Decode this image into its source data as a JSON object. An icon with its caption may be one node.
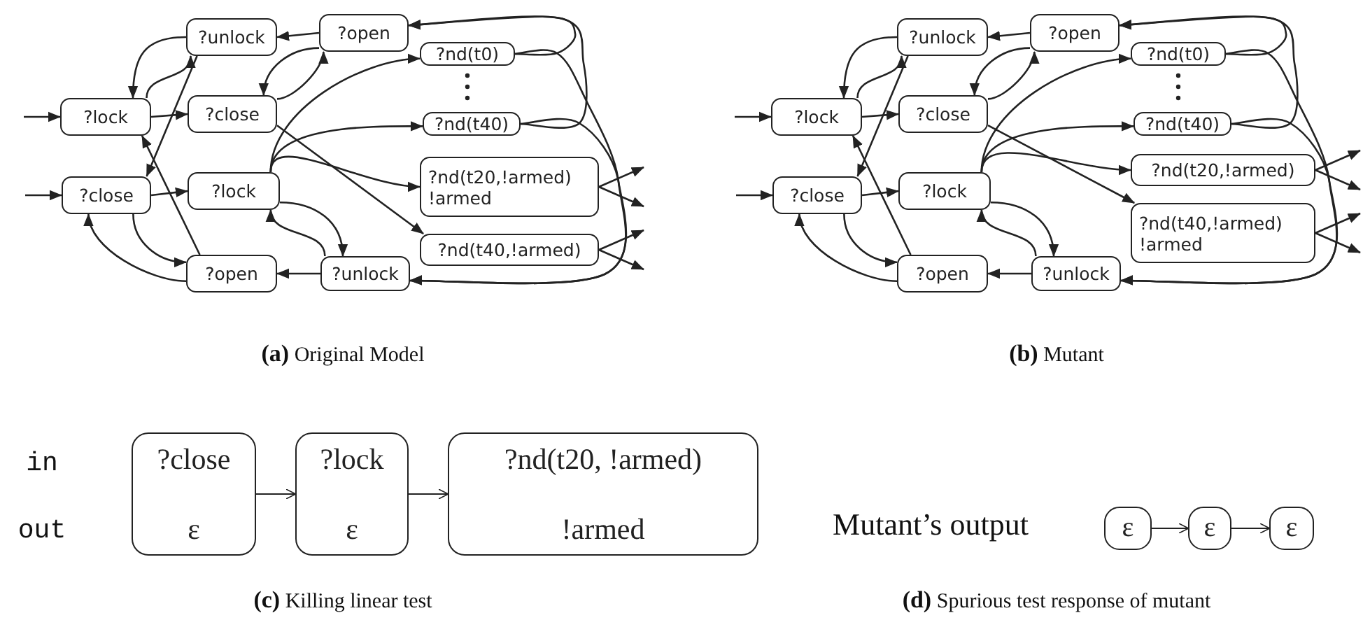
{
  "diagram": {
    "nodes": [
      {
        "text": [
          "?unlock"
        ]
      },
      {
        "text": [
          "?open"
        ]
      },
      {
        "text": [
          "?lock"
        ]
      },
      {
        "text": [
          "?close"
        ]
      },
      {
        "text": [
          "?nd(t0)"
        ]
      },
      {
        "text": [
          "?nd(t40)"
        ]
      },
      {
        "text": [
          "?close"
        ]
      },
      {
        "text": [
          "?lock"
        ]
      },
      {
        "text": [
          "?nd(t20,!armed) !armed"
        ]
      },
      {
        "text": [
          "?nd(t40,!armed)"
        ]
      },
      {
        "text": [
          "?open"
        ]
      },
      {
        "text": [
          "?unlock"
        ]
      },
      {
        "text": [
          "?unlock"
        ]
      },
      {
        "text": [
          "?open"
        ]
      },
      {
        "text": [
          "?lock"
        ]
      },
      {
        "text": [
          "?close"
        ]
      },
      {
        "text": [
          "?nd(t0)"
        ]
      },
      {
        "text": [
          "?nd(t40)"
        ]
      },
      {
        "text": [
          "?close"
        ]
      },
      {
        "text": [
          "?lock"
        ]
      },
      {
        "text": [
          "?nd(t20,!armed)"
        ]
      },
      {
        "text": [
          "?nd(t40,!armed) !armed"
        ]
      },
      {
        "text": [
          "?open"
        ]
      },
      {
        "text": [
          "?unlock"
        ]
      },
      {
        "text": [
          "?close",
          "ε"
        ]
      },
      {
        "text": [
          "?lock",
          "ε"
        ]
      },
      {
        "text": [
          "?nd(t20, !armed)",
          "!armed"
        ]
      },
      {
        "text": [
          "ε"
        ]
      },
      {
        "text": [
          "ε"
        ]
      },
      {
        "text": [
          "ε"
        ]
      }
    ],
    "edges": [
      {
        "from": null,
        "to": 2,
        "arrow": "to"
      },
      {
        "from": null,
        "to": 6,
        "arrow": "to"
      },
      {
        "from": 0,
        "to": 2,
        "arrow": "to"
      },
      {
        "from": 2,
        "to": 0,
        "arrow": "to"
      },
      {
        "from": 2,
        "to": 3,
        "arrow": "to"
      },
      {
        "from": 1,
        "to": 0,
        "arrow": "to"
      },
      {
        "from": 3,
        "to": 1,
        "arrow": "to"
      },
      {
        "from": 1,
        "to": 3,
        "arrow": "to"
      },
      {
        "from": 0,
        "to": 6,
        "arrow": "to"
      },
      {
        "from": 10,
        "to": 2,
        "arrow": "to"
      },
      {
        "from": 6,
        "to": 7,
        "arrow": "to"
      },
      {
        "from": 6,
        "to": 10,
        "arrow": "to"
      },
      {
        "from": 10,
        "to": 6,
        "arrow": "to"
      },
      {
        "from": 11,
        "to": 10,
        "arrow": "to"
      },
      {
        "from": 7,
        "to": 11,
        "arrow": "to"
      },
      {
        "from": 11,
        "to": 7,
        "arrow": "to"
      },
      {
        "from": 7,
        "to": 4,
        "arrow": "to"
      },
      {
        "from": 7,
        "to": 5,
        "arrow": "to"
      },
      {
        "from": 7,
        "to": 8,
        "arrow": "to"
      },
      {
        "from": 3,
        "to": 9,
        "arrow": "to"
      },
      {
        "from": 4,
        "to": 1,
        "arrow": "to"
      },
      {
        "from": 4,
        "to": 11,
        "arrow": "to"
      },
      {
        "from": 5,
        "to": 1,
        "arrow": "to"
      },
      {
        "from": 5,
        "to": 11,
        "arrow": "to"
      },
      {
        "from": 8,
        "to": null,
        "arrow": "to"
      },
      {
        "from": 8,
        "to": null,
        "arrow": "to"
      },
      {
        "from": 9,
        "to": null,
        "arrow": "to"
      },
      {
        "from": 9,
        "to": null,
        "arrow": "to"
      },
      {
        "from": null,
        "to": 14,
        "arrow": "to"
      },
      {
        "from": null,
        "to": 18,
        "arrow": "to"
      },
      {
        "from": 12,
        "to": 14,
        "arrow": "to"
      },
      {
        "from": 14,
        "to": 12,
        "arrow": "to"
      },
      {
        "from": 14,
        "to": 15,
        "arrow": "to"
      },
      {
        "from": 13,
        "to": 12,
        "arrow": "to"
      },
      {
        "from": 15,
        "to": 13,
        "arrow": "to"
      },
      {
        "from": 13,
        "to": 15,
        "arrow": "to"
      },
      {
        "from": 12,
        "to": 18,
        "arrow": "to"
      },
      {
        "from": 22,
        "to": 14,
        "arrow": "to"
      },
      {
        "from": 18,
        "to": 19,
        "arrow": "to"
      },
      {
        "from": 18,
        "to": 22,
        "arrow": "to"
      },
      {
        "from": 22,
        "to": 18,
        "arrow": "to"
      },
      {
        "from": 23,
        "to": 22,
        "arrow": "to"
      },
      {
        "from": 19,
        "to": 23,
        "arrow": "to"
      },
      {
        "from": 23,
        "to": 19,
        "arrow": "to"
      },
      {
        "from": 19,
        "to": 16,
        "arrow": "to"
      },
      {
        "from": 19,
        "to": 17,
        "arrow": "to"
      },
      {
        "from": 19,
        "to": 20,
        "arrow": "to"
      },
      {
        "from": 15,
        "to": 21,
        "arrow": "to"
      },
      {
        "from": 16,
        "to": 13,
        "arrow": "to"
      },
      {
        "from": 16,
        "to": 23,
        "arrow": "to"
      },
      {
        "from": 17,
        "to": 13,
        "arrow": "to"
      },
      {
        "from": 17,
        "to": 23,
        "arrow": "to"
      },
      {
        "from": 20,
        "to": null,
        "arrow": "to"
      },
      {
        "from": 20,
        "to": null,
        "arrow": "to"
      },
      {
        "from": 21,
        "to": null,
        "arrow": "to"
      },
      {
        "from": 21,
        "to": null,
        "arrow": "to"
      },
      {
        "from": 24,
        "to": 25,
        "arrow": "to"
      },
      {
        "from": 25,
        "to": 26,
        "arrow": "to"
      },
      {
        "from": 27,
        "to": 28,
        "arrow": "to"
      },
      {
        "from": 28,
        "to": 29,
        "arrow": "to"
      }
    ],
    "labels": [
      "**(a)** Original Model",
      "**(b)** Mutant",
      "in",
      "out",
      "Mutant’s output",
      "**(c)** Killing linear test",
      "**(d)** Spurious test response of mutant"
    ]
  }
}
